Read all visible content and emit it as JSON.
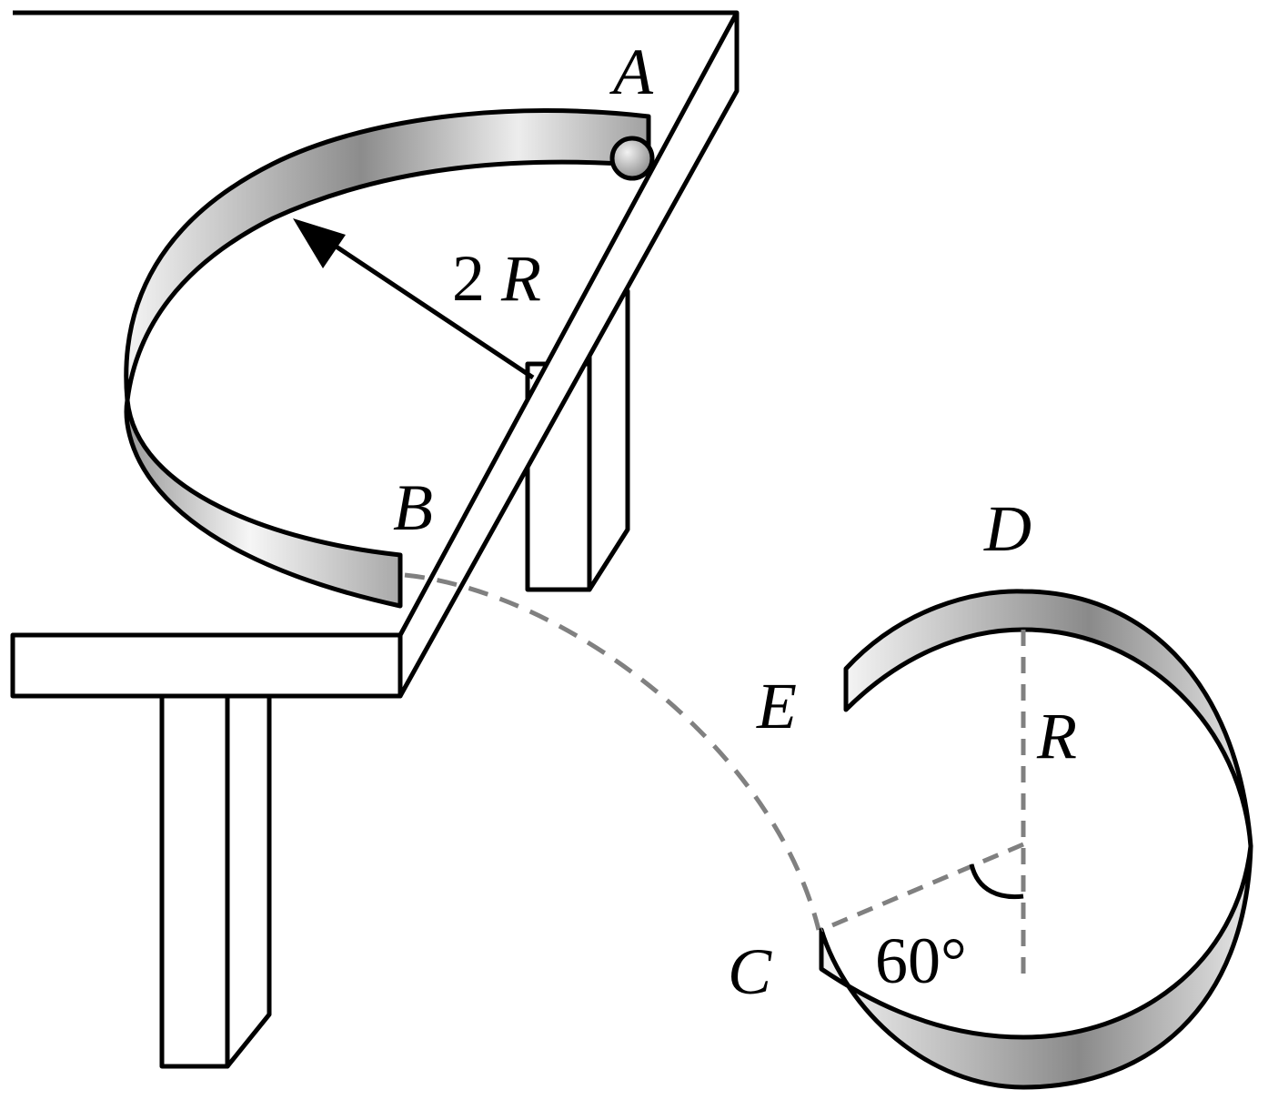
{
  "labels": {
    "a": "A",
    "b": "B",
    "c": "C",
    "d": "D",
    "e": "E",
    "radius_large": "2R",
    "radius_small": "R",
    "angle": "60°"
  },
  "colors": {
    "stroke": "#000000",
    "dashed": "#808080",
    "track_light": "#f4f4f4",
    "track_dark": "#8c8c8c",
    "ball_light": "#f2f2f2",
    "ball_dark": "#8a8a8a"
  }
}
